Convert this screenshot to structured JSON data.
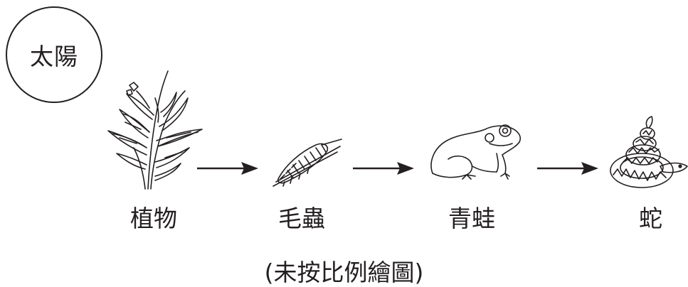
{
  "sun": {
    "label": "太陽"
  },
  "food_chain": [
    {
      "name": "植物",
      "icon": "plant-icon"
    },
    {
      "name": "毛蟲",
      "icon": "caterpillar-icon"
    },
    {
      "name": "青蛙",
      "icon": "frog-icon"
    },
    {
      "name": "蛇",
      "icon": "snake-icon"
    }
  ],
  "caption": "(未按比例繪圖)",
  "colors": {
    "ink": "#231f20",
    "background": "#ffffff"
  }
}
